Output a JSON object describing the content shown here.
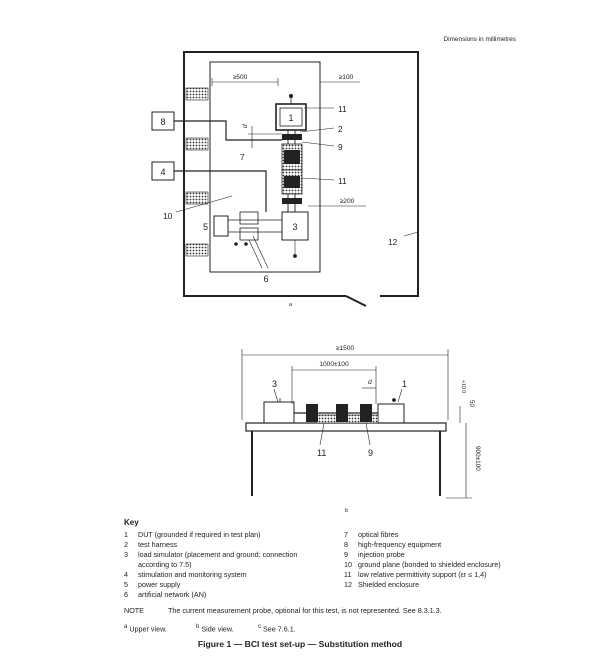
{
  "header": {
    "dimensions_note": "Dimensions in millimetres"
  },
  "top_view": {
    "dim_500": "≥500",
    "dim_100": "≥100",
    "dim_200": "≥200",
    "label_d": "d",
    "label_d_sub": "c",
    "labels": {
      "l1": "1",
      "l2": "2",
      "l3": "3",
      "l4": "4",
      "l5": "5",
      "l6": "6",
      "l7": "7",
      "l8": "8",
      "l9": "9",
      "l10": "10",
      "l11a": "11",
      "l11b": "11",
      "l12": "12"
    },
    "footnote_mark": "a"
  },
  "side_view": {
    "dim_1500": "≥1500",
    "dim_1000": "1000±100",
    "dim_50": "50",
    "dim_50_tol": "+10 0",
    "dim_900": "900±100",
    "label_d": "d",
    "label_d_sub": "c",
    "labels": {
      "l1": "1",
      "l3": "3",
      "l9": "9",
      "l11": "11"
    },
    "footnote_mark": "b"
  },
  "key": {
    "title": "Key",
    "left": [
      {
        "num": "1",
        "text": "DUT (grounded if required in test plan)"
      },
      {
        "num": "2",
        "text": "test harness"
      },
      {
        "num": "3",
        "text": "load simulator (placement and ground: connection"
      },
      {
        "num": "",
        "text": "according to 7.5)"
      },
      {
        "num": "4",
        "text": "stimulation and monitoring system"
      },
      {
        "num": "5",
        "text": "power supply"
      },
      {
        "num": "6",
        "text": "artificial network (AN)"
      }
    ],
    "right": [
      {
        "num": "7",
        "text": "optical fibres"
      },
      {
        "num": "8",
        "text": "high-frequency equipment"
      },
      {
        "num": "9",
        "text": "injection probe"
      },
      {
        "num": "10",
        "text": "ground plane (bonded to shielded enclosure)"
      },
      {
        "num": "11",
        "text": "low relative permittivity support (εr ≤ 1,4)"
      },
      {
        "num": "12",
        "text": "Shielded enclosure"
      }
    ]
  },
  "note": {
    "label": "NOTE",
    "text": "The current measurement probe, optional for this test, is not represented. See 8.3.1.3."
  },
  "footnotes": [
    {
      "mark": "a",
      "text": "Upper view."
    },
    {
      "mark": "b",
      "text": "Side view."
    },
    {
      "mark": "c",
      "text": "See 7.6.1."
    }
  ],
  "caption": "Figure 1 — BCI test set-up — Substitution method"
}
